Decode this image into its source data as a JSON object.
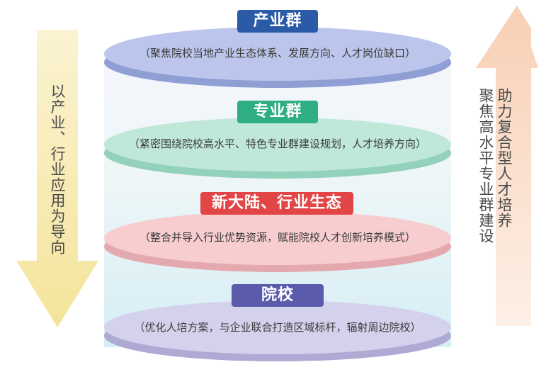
{
  "left_arrow": {
    "text": "以产业、行业应用为导向",
    "color": "#f6e8a8"
  },
  "right_arrow": {
    "text_col1": "聚焦高水平专业群建设",
    "text_col2": "助力复合型人才培养",
    "color": "#f9d6bf"
  },
  "layers": [
    {
      "title": "产业群",
      "desc": "（聚焦院校当地产业生态体系、发展方向、人才岗位缺口）",
      "title_bg": "#2b5aa6",
      "disc_color": "#b7c4ea"
    },
    {
      "title": "专业群",
      "desc": "（紧密围绕院校高水平、特色专业群建设规划，人才培养方向）",
      "title_bg": "#2fae84",
      "disc_color": "#b9e6d4"
    },
    {
      "title": "新大陆、行业生态",
      "desc": "（整合并导入行业优势资源，赋能院校人才创新培养模式）",
      "title_bg": "#e24545",
      "disc_color": "#f7c8cb"
    },
    {
      "title": "院校",
      "desc": "（优化人培方案，与企业联合打造区域标杆，辐射周边院校）",
      "title_bg": "#5a5bab",
      "disc_color": "#ccc9e8"
    }
  ]
}
